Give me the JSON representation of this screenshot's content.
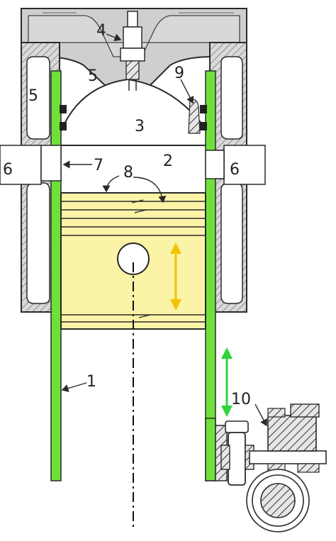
{
  "labels": {
    "l1": "1",
    "l2": "2",
    "l3": "3",
    "l4": "4",
    "l5a": "5",
    "l5b": "5",
    "l6a": "6",
    "l6b": "6",
    "l7": "7",
    "l8": "8",
    "l9": "9",
    "l10": "10"
  },
  "colors": {
    "liner": "#6fe03a",
    "piston": "#fbf4a6",
    "head": "#cfcfcf",
    "block": "#dcdcdc",
    "piston_arrow": "#f2c200",
    "liner_arrow": "#2fd33a",
    "ink": "#2a2a2a"
  }
}
